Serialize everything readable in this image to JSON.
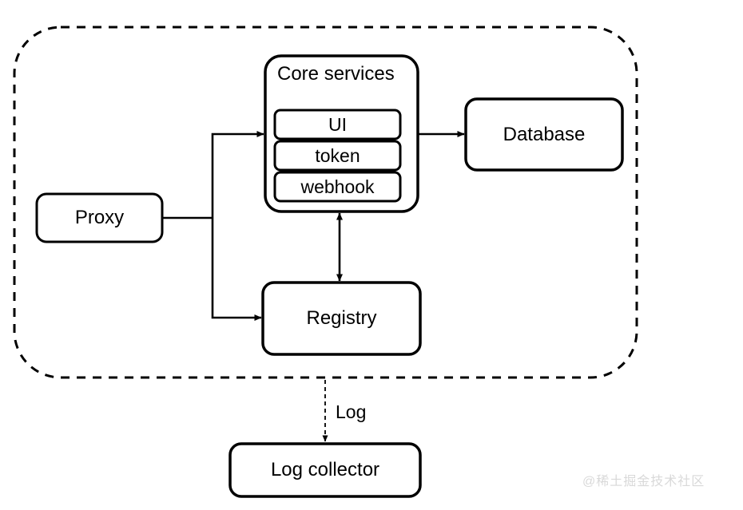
{
  "diagram": {
    "title": "Harbor-like registry architecture block diagram",
    "background_color": "#ffffff",
    "stroke_color": "#000000",
    "watermark": "@稀土掘金技术社区",
    "watermark_color": "#d9d9d9",
    "boundary": {
      "name": "dashed-system-boundary",
      "style": "dashed",
      "label": ""
    },
    "nodes": {
      "proxy": {
        "label": "Proxy",
        "shape": "rounded-rect"
      },
      "core_services": {
        "label": "Core services",
        "shape": "rounded-rect",
        "label_align": "left-top"
      },
      "ui": {
        "label": "UI",
        "shape": "rounded-rect"
      },
      "token": {
        "label": "token",
        "shape": "rounded-rect"
      },
      "webhook": {
        "label": "webhook",
        "shape": "rounded-rect"
      },
      "database": {
        "label": "Database",
        "shape": "rounded-rect"
      },
      "registry": {
        "label": "Registry",
        "shape": "rounded-rect"
      },
      "log_collector": {
        "label": "Log collector",
        "shape": "rounded-rect"
      }
    },
    "edges": [
      {
        "id": "proxy-to-core",
        "from": "proxy",
        "to": "core_services",
        "label": "",
        "style": "solid",
        "arrow": "single"
      },
      {
        "id": "proxy-to-registry",
        "from": "proxy",
        "to": "registry",
        "label": "",
        "style": "solid",
        "arrow": "single"
      },
      {
        "id": "core-to-database",
        "from": "core_services",
        "to": "database",
        "label": "",
        "style": "solid",
        "arrow": "single"
      },
      {
        "id": "core-registry-bidirectional",
        "from": "core_services",
        "to": "registry",
        "label": "",
        "style": "solid",
        "arrow": "double"
      },
      {
        "id": "boundary-to-log-collector",
        "from": "boundary",
        "to": "log_collector",
        "label": "Log",
        "style": "dashed",
        "arrow": "single"
      }
    ]
  }
}
